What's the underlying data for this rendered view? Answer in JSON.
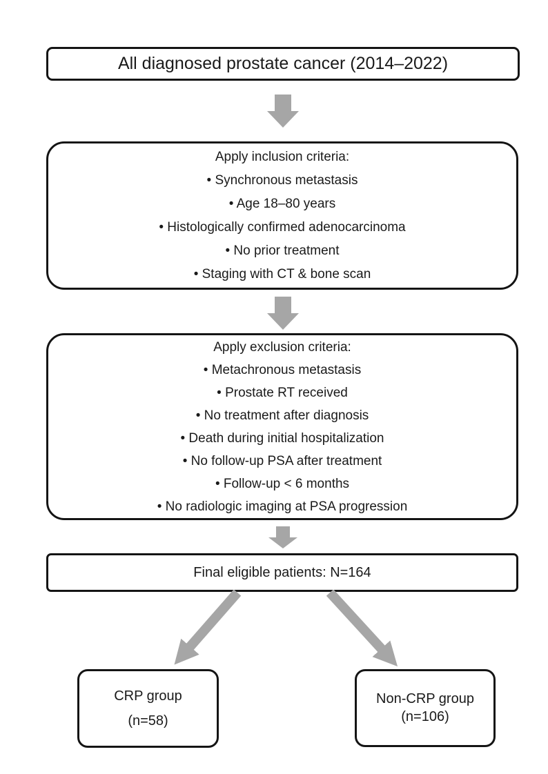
{
  "diagram": {
    "title_box": {
      "text": "All diagnosed prostate cancer (2014–2022)"
    },
    "inclusion": {
      "title": "Apply inclusion criteria:",
      "items": [
        "• Synchronous metastasis",
        "• Age 18–80 years",
        "• Histologically confirmed adenocarcinoma",
        "• No prior treatment",
        "• Staging with CT & bone scan"
      ]
    },
    "exclusion": {
      "title": "Apply exclusion criteria:",
      "items": [
        "• Metachronous metastasis",
        "• Prostate RT received",
        "• No treatment after diagnosis",
        "• Death during initial hospitalization",
        "• No follow-up PSA after treatment",
        "• Follow-up < 6 months",
        "• No radiologic imaging at PSA progression"
      ]
    },
    "final_box": {
      "text": "Final eligible patients: N=164"
    },
    "groups": {
      "crp": {
        "name": "CRP group",
        "count": "(n=58)"
      },
      "non_crp": {
        "name": "Non-CRP group",
        "count": "(n=106)"
      }
    },
    "colors": {
      "arrow": "#a6a6a6",
      "border": "#141414",
      "text": "#1a1a1a",
      "background": "#ffffff"
    }
  }
}
